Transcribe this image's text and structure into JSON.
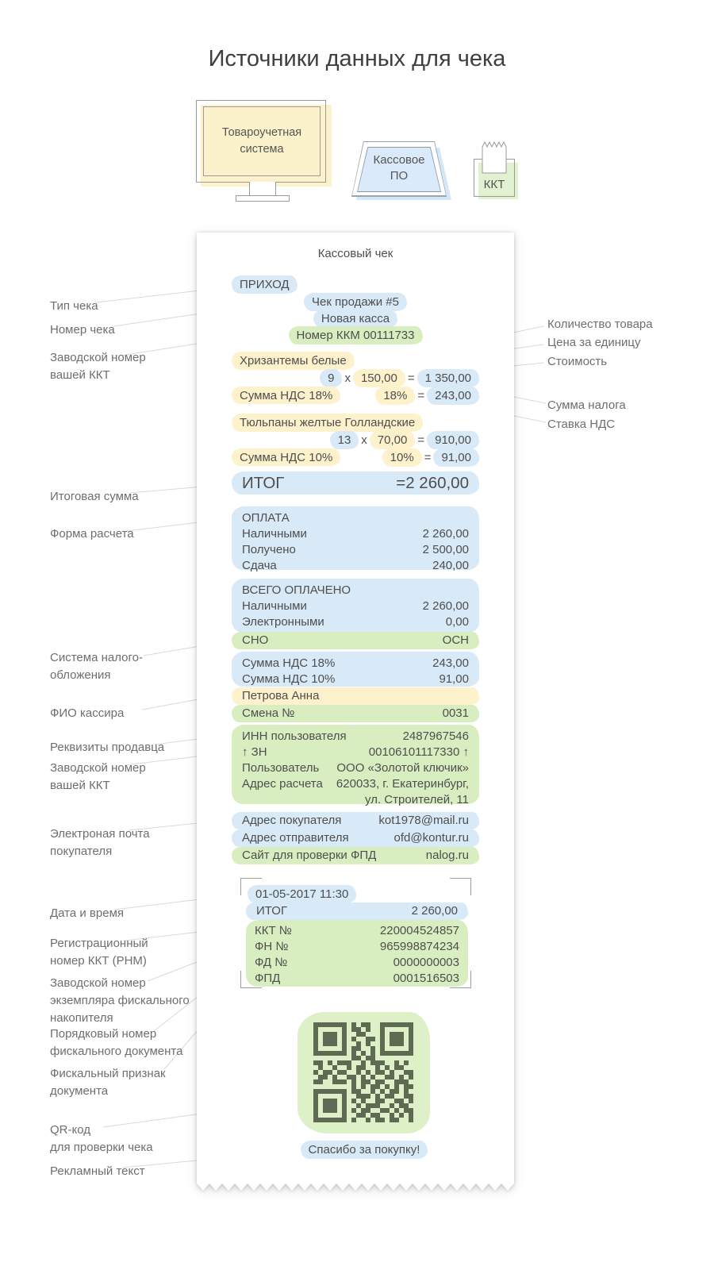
{
  "title": "Источники данных для чека",
  "sources": {
    "erp": "Товароучетная\nсистема",
    "pos": "Кассовое\nПО",
    "kkt": "ККТ"
  },
  "labels_left": [
    "Тип чека",
    "Номер чека",
    "Заводской номер\nвашей ККТ",
    "Итоговая сумма",
    "Форма расчета",
    "Система налого-\nобложения",
    "ФИО кассира",
    "Реквизиты продавца",
    "Заводской номер\nвашей ККТ",
    "Электроная почта\nпокупателя",
    "Дата и время",
    "Регистрационный\nномер ККТ (РНМ)",
    "Заводской номер\nэкземпляра фискального\nнакопителя",
    "Порядковый номер\nфискального документа",
    "Фискальный признак\nдокумента",
    "QR-код\nдля проверки чека",
    "Рекламный текст"
  ],
  "labels_right": [
    "Количество товара",
    "Цена за единицу",
    "Стоимость",
    "Сумма налога",
    "Ставка НДС"
  ],
  "receipt": {
    "doc_title": "Кассовый чек",
    "type": "ПРИХОД",
    "sale_name": "Чек продажи #5",
    "register_name": "Новая касса",
    "kkm_number": "Номер ККМ 00111733",
    "item1": {
      "name": "Хризантемы белые",
      "qty": "9",
      "mul": "x",
      "price": "150,00",
      "eq": "=",
      "amount": "1 350,00",
      "vat_label": "Сумма НДС 18%",
      "vat_rate": "18%",
      "vat_eq": "=",
      "vat_amount": "243,00"
    },
    "item2": {
      "name": "Тюльпаны желтые Голландские",
      "qty": "13",
      "mul": "x",
      "price": "70,00",
      "eq": "=",
      "amount": "910,00",
      "vat_label": "Сумма НДС 10%",
      "vat_rate": "10%",
      "vat_eq": "=",
      "vat_amount": "91,00"
    },
    "total": {
      "label": "ИТОГ",
      "value": "=2 260,00"
    },
    "payment": {
      "header": "ОПЛАТА",
      "rows": [
        {
          "label": "Наличными",
          "value": "2 260,00"
        },
        {
          "label": "Получено",
          "value": "2 500,00"
        },
        {
          "label": "Сдача",
          "value": "240,00"
        }
      ]
    },
    "paid_total": {
      "header": "ВСЕГО ОПЛАЧЕНО",
      "rows": [
        {
          "label": "Наличными",
          "value": "2 260,00"
        },
        {
          "label": "Электронными",
          "value": "0,00"
        }
      ]
    },
    "sno": {
      "label": "СНО",
      "value": "ОСН"
    },
    "vat_summary": [
      {
        "label": "Сумма НДС 18%",
        "value": "243,00"
      },
      {
        "label": "Сумма НДС 10%",
        "value": "91,00"
      }
    ],
    "cashier": "Петрова Анна",
    "shift": {
      "label": "Смена №",
      "value": "0031"
    },
    "seller": {
      "rows": [
        {
          "label": "ИНН пользователя",
          "value": "2487967546"
        },
        {
          "label": "↑ ЗН",
          "value": "00106101117330 ↑"
        },
        {
          "label": "Пользователь",
          "value": "ООО «Золотой ключик»"
        },
        {
          "label": "Адрес расчета",
          "value": "620033, г. Екатеринбург,"
        },
        {
          "label": "",
          "value": "ул. Строителей, 11"
        }
      ]
    },
    "contacts": [
      {
        "label": "Адрес покупателя",
        "value": "kot1978@mail.ru"
      },
      {
        "label": "Адрес отправителя",
        "value": "ofd@kontur.ru"
      },
      {
        "label": "Сайт для проверки ФПД",
        "value": "nalog.ru"
      }
    ],
    "fiscal": {
      "datetime": "01-05-2017 11:30",
      "total_label": "ИТОГ",
      "total_value": "2 260,00",
      "rows": [
        {
          "label": "ККТ №",
          "value": "220004524857"
        },
        {
          "label": "ФН №",
          "value": "965998874234"
        },
        {
          "label": "ФД №",
          "value": "0000000003"
        },
        {
          "label": "ФПД",
          "value": "0001516503"
        }
      ]
    },
    "thanks": "Спасибо за покупку!"
  },
  "colors": {
    "highlight_blue": "#d8e9f7",
    "highlight_green": "#d9eec0",
    "highlight_yellow": "#fdf2cc",
    "qr_module": "#5e6a52"
  },
  "qr_matrix": [
    "111111101011001111111",
    "100000101101001000001",
    "101110100110001011101",
    "101110101001101011101",
    "101110100101001011101",
    "100000101100101000001",
    "111111101010101111111",
    "000000001101100000000",
    "110101110010111001010",
    "010010010110010101100",
    "101101100101011010011",
    "011010011010100110101",
    "110011101011011001110",
    "000000001010110101011",
    "111111101100101011010",
    "100000100111010110011",
    "101110101010011001101",
    "101110100101110010110",
    "101110101011001101011",
    "100000100110110010101",
    "111111101001011011001"
  ]
}
